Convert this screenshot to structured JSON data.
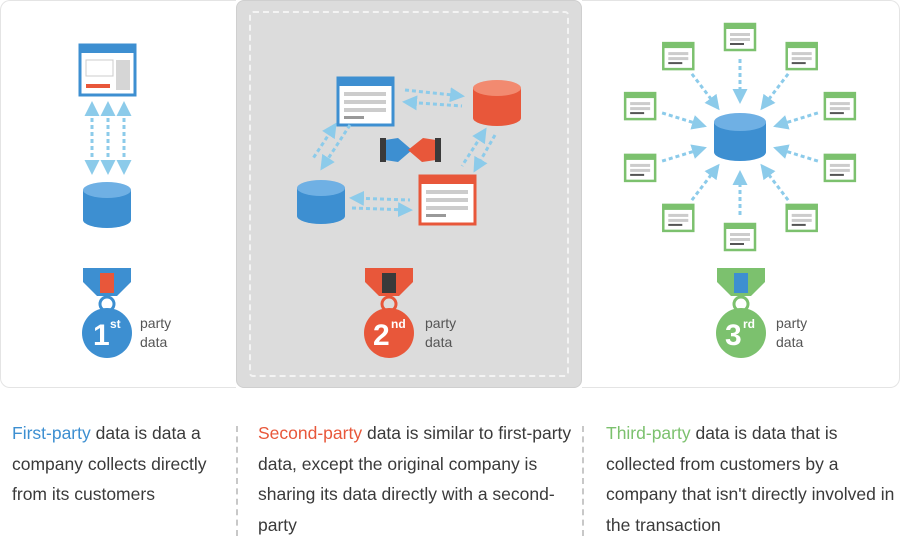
{
  "colors": {
    "blue": "#3d8fd1",
    "red": "#e8573a",
    "green": "#7cc16e",
    "arrow": "#8ccbea",
    "text": "#3a3a3a"
  },
  "badges": [
    {
      "rank": "1",
      "suffix": "st",
      "line1": "party",
      "line2": "data"
    },
    {
      "rank": "2",
      "suffix": "nd",
      "line1": "party",
      "line2": "data"
    },
    {
      "rank": "3",
      "suffix": "rd",
      "line1": "party",
      "line2": "data"
    }
  ],
  "captions": [
    {
      "highlight": "First-party",
      "rest": " data is data a company collects directly from its customers"
    },
    {
      "highlight": "Second-party",
      "rest": " data is similar to first-party data, except the original company is sharing its data directly with a second-party"
    },
    {
      "highlight": "Third-party",
      "rest": " data is data that is collected from customers by a company that isn't directly involved in the transaction"
    }
  ]
}
